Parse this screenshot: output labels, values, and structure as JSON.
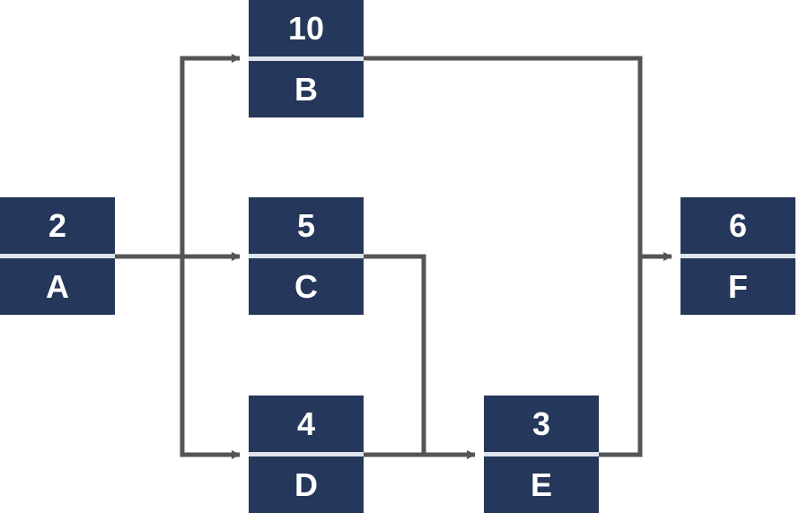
{
  "nodes": {
    "a": {
      "duration": "2",
      "label": "A"
    },
    "b": {
      "duration": "10",
      "label": "B"
    },
    "c": {
      "duration": "5",
      "label": "C"
    },
    "d": {
      "duration": "4",
      "label": "D"
    },
    "e": {
      "duration": "3",
      "label": "E"
    },
    "f": {
      "duration": "6",
      "label": "F"
    }
  },
  "edges": [
    {
      "from": "A",
      "to": "B"
    },
    {
      "from": "A",
      "to": "C"
    },
    {
      "from": "A",
      "to": "D"
    },
    {
      "from": "C",
      "to": "E"
    },
    {
      "from": "D",
      "to": "E"
    },
    {
      "from": "B",
      "to": "F"
    },
    {
      "from": "E",
      "to": "F"
    }
  ],
  "colors": {
    "node_fill": "#25375a",
    "divider": "#dde3ea",
    "connector": "#555555",
    "text": "#ffffff"
  }
}
